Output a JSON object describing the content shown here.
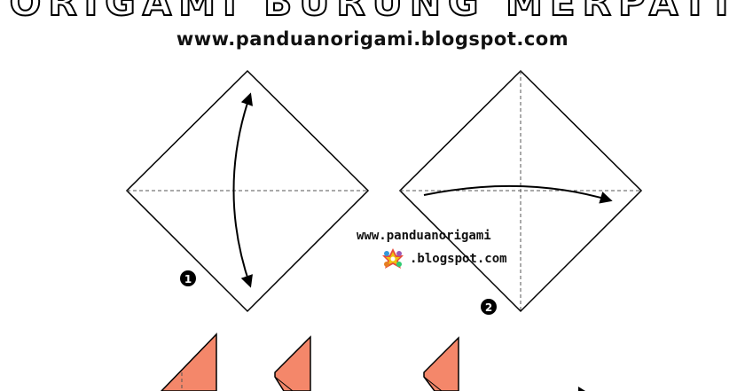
{
  "header": {
    "title": "ORIGAMI BURUNG MERPATI",
    "url": "www.panduanorigami.blogspot.com"
  },
  "watermark": {
    "line1": "www.panduanorigami",
    "line2": ".blogspot.com",
    "logo_icon": "star-flower-logo"
  },
  "steps": [
    {
      "number": "1",
      "instruction_icon": "fold-arrow-vertical"
    },
    {
      "number": "2",
      "instruction_icon": "fold-arrow-horizontal"
    }
  ],
  "colors": {
    "paper_colored": "#F4876A",
    "line": "#000000",
    "background": "#FFFFFF"
  }
}
